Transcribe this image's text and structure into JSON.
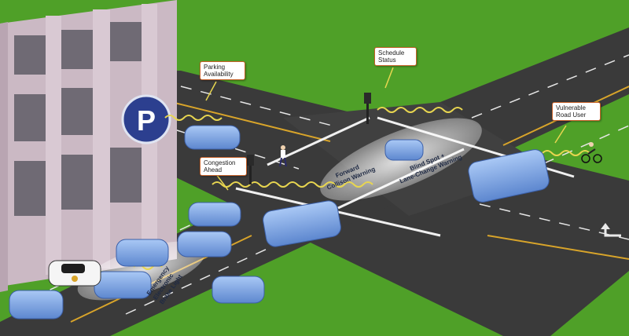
{
  "callouts": {
    "parking": "Parking\nAvailability",
    "schedule": "Schedule\nStatus",
    "congestion": "Congestion\nAhead",
    "vulnerable": "Vulnerable\nRoad User"
  },
  "zones": {
    "forward_line1": "Forward",
    "forward_line2": "Collison Warning",
    "blind_line1": "Blind Spot +",
    "blind_line2": "Lane-Change Warning",
    "ebl_line1": "Emergency",
    "ebl_line2": "Electronic",
    "ebl_line3": "Brake Light"
  },
  "parking_sign": "P",
  "icons": [
    "parking-icon",
    "traffic-light-icon",
    "pedestrian-icon",
    "cyclist-icon",
    "turn-arrow-icon",
    "police-car-icon",
    "wireless-signal-icon"
  ],
  "colors": {
    "grass": "#4fa028",
    "road": "#3a3a3a",
    "vehicle": "#7da7e6",
    "signal": "#e8d650",
    "building": "#cbb9c4",
    "lane_yellow": "#d8a42a",
    "callout_border": "#c8622a"
  }
}
